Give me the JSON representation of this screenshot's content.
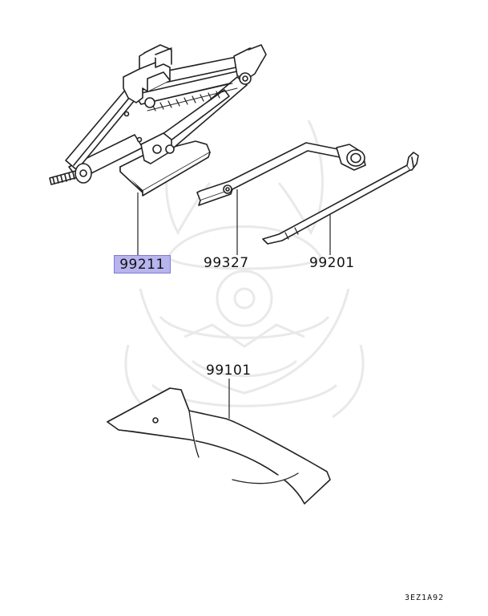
{
  "parts": [
    {
      "number": "99211",
      "item": "jack",
      "highlighted": true
    },
    {
      "number": "99327",
      "item": "lug-wrench",
      "highlighted": false
    },
    {
      "number": "99201",
      "item": "jack-handle",
      "highlighted": false
    },
    {
      "number": "99101",
      "item": "tool-bag",
      "highlighted": false
    }
  ],
  "diagram_code": "3EZ1A92",
  "colors": {
    "line": "#222222",
    "highlight_fill": "#b7b4ee",
    "highlight_border": "#7f7bd6",
    "watermark": "#ededed"
  }
}
